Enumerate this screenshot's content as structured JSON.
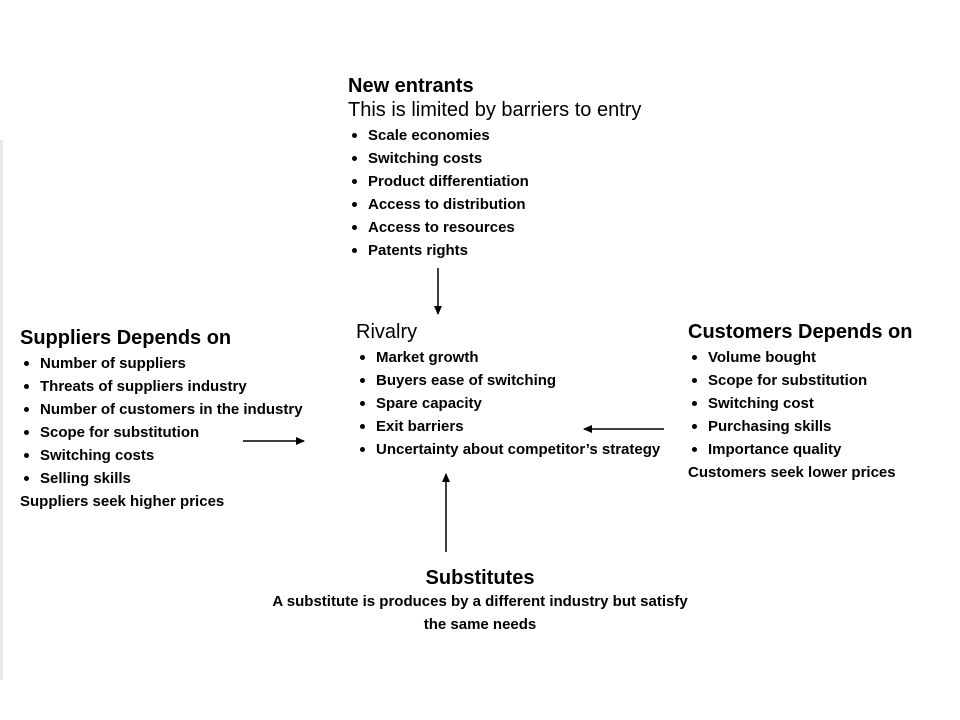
{
  "new_entrants": {
    "title": "New entrants",
    "subtitle": "This is limited by barriers to entry",
    "items": [
      "Scale economies",
      "Switching costs",
      "Product differentiation",
      "Access to distribution",
      "Access to resources",
      "Patents rights"
    ]
  },
  "suppliers": {
    "title": "Suppliers Depends on",
    "items": [
      "Number of suppliers",
      "Threats of suppliers industry",
      "Number of customers in the industry",
      "Scope for substitution",
      "Switching costs",
      "Selling skills"
    ],
    "footer": "Suppliers seek higher prices"
  },
  "rivalry": {
    "title": "Rivalry",
    "items": [
      "Market growth",
      "Buyers ease of switching",
      "Spare capacity",
      "Exit barriers",
      "Uncertainty about competitor’s strategy"
    ]
  },
  "customers": {
    "title": "Customers Depends on",
    "items": [
      "Volume bought",
      "Scope for substitution",
      "Switching cost",
      "Purchasing skills",
      "Importance quality"
    ],
    "footer": "Customers seek lower prices"
  },
  "substitutes": {
    "title": "Substitutes",
    "description_line1": "A substitute is produces by a different industry but satisfy",
    "description_line2": "the same needs"
  }
}
